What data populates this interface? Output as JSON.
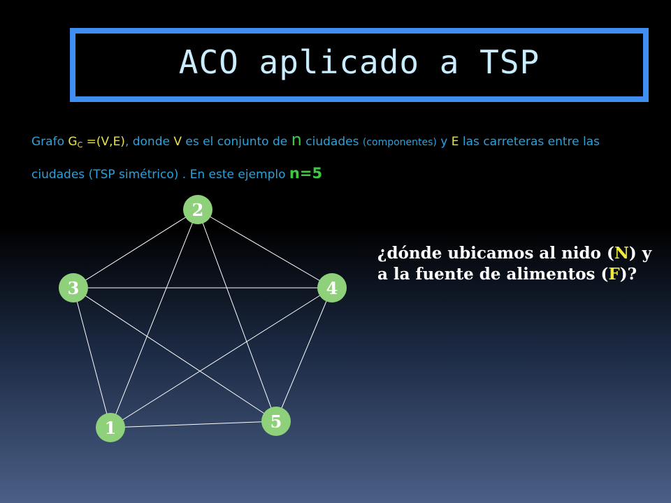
{
  "slide": {
    "title": "ACO aplicado a TSP",
    "subtitle": {
      "line1_prefix": "Grafo ",
      "graph_symbol": "G",
      "graph_subscript": "C",
      "graph_def": " =(V,E)",
      "comma": ", donde ",
      "v": "V",
      "mid1": " es el conjunto de ",
      "n": "n",
      "mid2": " ciudades ",
      "comp": "(componentes)",
      "mid3": " y ",
      "e": "E",
      "mid4": " las carreteras entre las ciudades ",
      "tsp": "(TSP simétrico)",
      "mid5": " . En este ejemplo ",
      "n5": "n=5"
    },
    "question": {
      "part1": "¿dónde ubicamos al nido (",
      "N": "N",
      "part2": ") y a la fuente de alimentos (",
      "F": "F",
      "part3": ")?"
    }
  },
  "graph": {
    "node_color": "#8fd07a",
    "edge_color": "#ffffff",
    "nodes": [
      {
        "id": "1",
        "label": "1"
      },
      {
        "id": "2",
        "label": "2"
      },
      {
        "id": "3",
        "label": "3"
      },
      {
        "id": "4",
        "label": "4"
      },
      {
        "id": "5",
        "label": "5"
      }
    ],
    "edges": [
      [
        "1",
        "2"
      ],
      [
        "1",
        "3"
      ],
      [
        "1",
        "4"
      ],
      [
        "1",
        "5"
      ],
      [
        "2",
        "3"
      ],
      [
        "2",
        "4"
      ],
      [
        "2",
        "5"
      ],
      [
        "3",
        "4"
      ],
      [
        "3",
        "5"
      ],
      [
        "4",
        "5"
      ]
    ]
  }
}
